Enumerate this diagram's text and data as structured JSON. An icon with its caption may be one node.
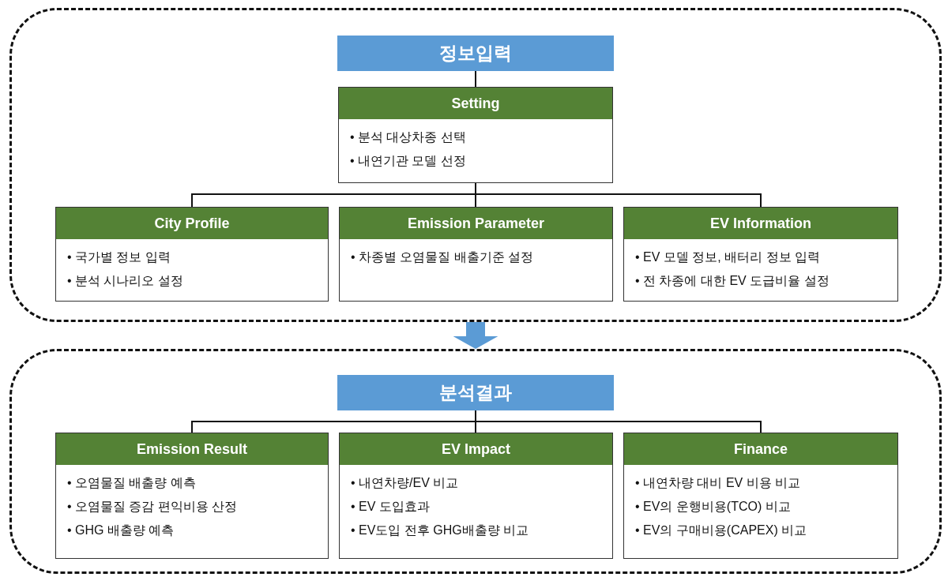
{
  "diagram": {
    "nodes": [
      {
        "text": [],
        "shape": "box"
      },
      {
        "text": [
          "정보입력"
        ],
        "in": 0
      },
      {
        "text": [
          "Setting",
          "• 분석 대상차종 선택",
          "• 내연기관 모델 선정"
        ],
        "in": 0
      },
      {
        "text": [
          "City Profile",
          "• 국가별 정보 입력",
          "• 분석 시나리오 설정"
        ],
        "in": 0
      },
      {
        "text": [
          "Emission Parameter",
          "• 차종별 오염물질 배출기준 설정"
        ],
        "in": 0
      },
      {
        "text": [
          "EV Information",
          "• EV 모델 정보, 배터리 정보 입력",
          "• 전 차종에 대한 EV 도급비율 설정"
        ],
        "in": 0
      },
      {
        "text": [],
        "shape": "box"
      },
      {
        "text": [
          "분석결과"
        ],
        "in": 6
      },
      {
        "text": [
          "Emission Result",
          "• 오염물질 배출량 예측",
          "• 오염물질 증감 편익비용 산정",
          "• GHG 배출량 예측"
        ],
        "in": 6
      },
      {
        "text": [
          "EV Impact",
          "• 내연차량/EV 비교",
          "• EV 도입효과",
          "• EV도입 전후 GHG배출량 비교"
        ],
        "in": 6
      },
      {
        "text": [
          "Finance",
          "• 내연차량 대비 EV 비용 비교",
          "• EV의 운행비용(TCO) 비교",
          "• EV의 구매비용(CAPEX) 비교"
        ],
        "in": 6
      }
    ],
    "edges": [
      {
        "from": 1,
        "to": 2,
        "arrow": "none"
      },
      {
        "from": 2,
        "to": 3,
        "arrow": "none"
      },
      {
        "from": 2,
        "to": 4,
        "arrow": "none"
      },
      {
        "from": 2,
        "to": 5,
        "arrow": "none"
      },
      {
        "from": 0,
        "to": 6,
        "arrow": "to",
        "style": "thick",
        "color": "#5b9bd5"
      },
      {
        "from": 7,
        "to": 8,
        "arrow": "none"
      },
      {
        "from": 7,
        "to": 9,
        "arrow": "none"
      },
      {
        "from": 7,
        "to": 10,
        "arrow": "none"
      }
    ]
  }
}
